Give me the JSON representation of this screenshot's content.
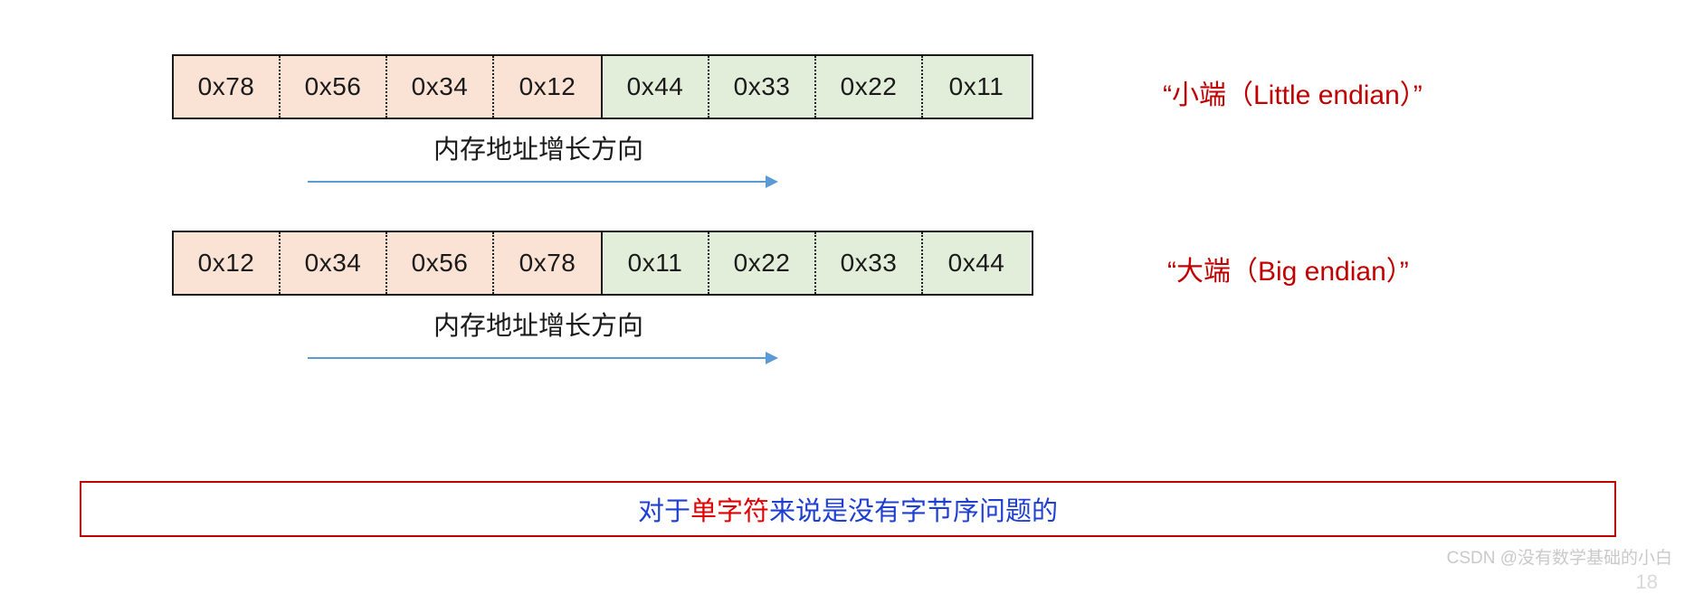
{
  "rows": [
    {
      "id": "little",
      "group_a": [
        "0x78",
        "0x56",
        "0x34",
        "0x12"
      ],
      "group_b": [
        "0x44",
        "0x33",
        "0x22",
        "0x11"
      ],
      "caption": "“小端（Little endian）”",
      "direction_label": "内存地址增长方向"
    },
    {
      "id": "big",
      "group_a": [
        "0x12",
        "0x34",
        "0x56",
        "0x78"
      ],
      "group_b": [
        "0x11",
        "0x22",
        "0x33",
        "0x44"
      ],
      "caption": "“大端（Big endian）”",
      "direction_label": "内存地址增长方向"
    }
  ],
  "note": {
    "prefix": "对于",
    "highlight": "单字符",
    "suffix": "来说是没有字节序问题的"
  },
  "watermark": {
    "text": "CSDN @没有数学基础的小白",
    "page": "18"
  },
  "colors": {
    "group_a_fill": "#fae2d5",
    "group_b_fill": "#e2eeda",
    "border": "#1a1a1a",
    "caption_red": "#c00000",
    "arrow_blue": "#5b9bd5",
    "note_blue": "#1f3fd0",
    "note_red": "#e00000"
  }
}
